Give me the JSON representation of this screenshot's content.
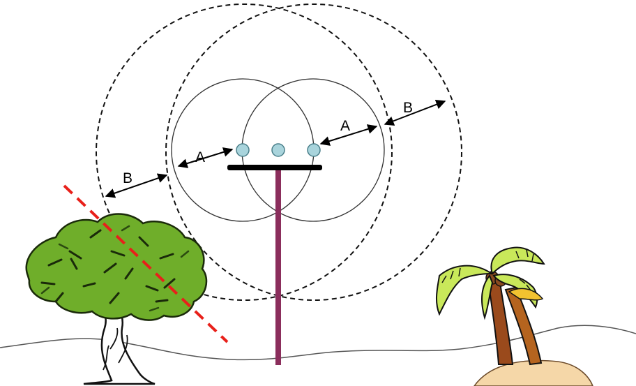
{
  "labels": {
    "a_left": "A",
    "a_right": "A",
    "b_left": "B",
    "b_right": "B"
  },
  "colors": {
    "pole": "#8b2e5c",
    "crossarm": "#000000",
    "insulator_fill": "#a9d4dc",
    "insulator_stroke": "#4a7f8a",
    "clearance_line": "#e8201a",
    "inner_circle": "#333333",
    "outer_circle": "#111111",
    "tree_foliage": "#6fae2a",
    "palm_leaf": "#c9e85a",
    "palm_trunk": "#9a4a1c",
    "sand": "#f5d7a8"
  },
  "icons": {
    "tree": "tree-icon",
    "palm": "palm-tree-icon"
  }
}
